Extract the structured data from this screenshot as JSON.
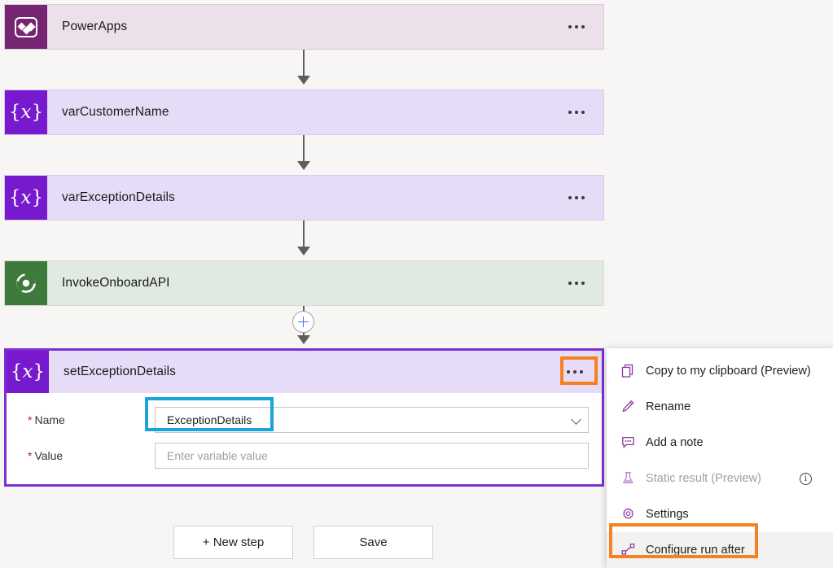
{
  "app": "Power Automate flow designer",
  "colors": {
    "page_bg": "#f7f6f5",
    "powerapps_icon": "#752572",
    "variable_icon": "#7719cd",
    "api_icon": "#3e7a3c",
    "selected_border": "#7b2fd4",
    "highlight_cyan": "#19a4de",
    "highlight_orange": "#f58220",
    "required_asterisk": "#a4262c",
    "plus_blue": "#4f6bed"
  },
  "flow": {
    "steps": [
      {
        "title": "PowerApps",
        "icon": "powerapps-icon",
        "type": "powerapps",
        "menu_icon": "ellipsis-icon"
      },
      {
        "title": "varCustomerName",
        "icon": "variable-icon",
        "type": "variable",
        "menu_icon": "ellipsis-icon"
      },
      {
        "title": "varExceptionDetails",
        "icon": "variable-icon",
        "type": "variable",
        "menu_icon": "ellipsis-icon"
      },
      {
        "title": "InvokeOnboardAPI",
        "icon": "api-swirl-icon",
        "type": "api",
        "menu_icon": "ellipsis-icon"
      }
    ],
    "insert_node": {
      "icon": "plus-icon",
      "label": "+"
    },
    "selected_step": {
      "title": "setExceptionDetails",
      "icon": "variable-icon",
      "menu_icon": "ellipsis-icon",
      "fields": [
        {
          "label": "Name",
          "required_marker": "*",
          "control": "combobox",
          "value": "ExceptionDetails",
          "placeholder": "",
          "chevron": "chevron-down-icon"
        },
        {
          "label": "Value",
          "required_marker": "*",
          "control": "textbox",
          "value": "",
          "placeholder": "Enter variable value"
        }
      ]
    }
  },
  "actions": {
    "new_step": "+ New step",
    "save": "Save"
  },
  "context_menu": {
    "items": [
      {
        "label": "Copy to my clipboard (Preview)",
        "icon": "copy-icon",
        "disabled": false,
        "highlighted": false,
        "info": false
      },
      {
        "label": "Rename",
        "icon": "pencil-icon",
        "disabled": false,
        "highlighted": false,
        "info": false
      },
      {
        "label": "Add a note",
        "icon": "note-icon",
        "disabled": false,
        "highlighted": false,
        "info": false
      },
      {
        "label": "Static result (Preview)",
        "icon": "flask-icon",
        "disabled": true,
        "highlighted": false,
        "info": true,
        "info_icon": "info-icon"
      },
      {
        "label": "Settings",
        "icon": "gear-icon",
        "disabled": false,
        "highlighted": false,
        "info": false
      },
      {
        "label": "Configure run after",
        "icon": "run-after-icon",
        "disabled": false,
        "highlighted": true,
        "info": false
      }
    ]
  }
}
